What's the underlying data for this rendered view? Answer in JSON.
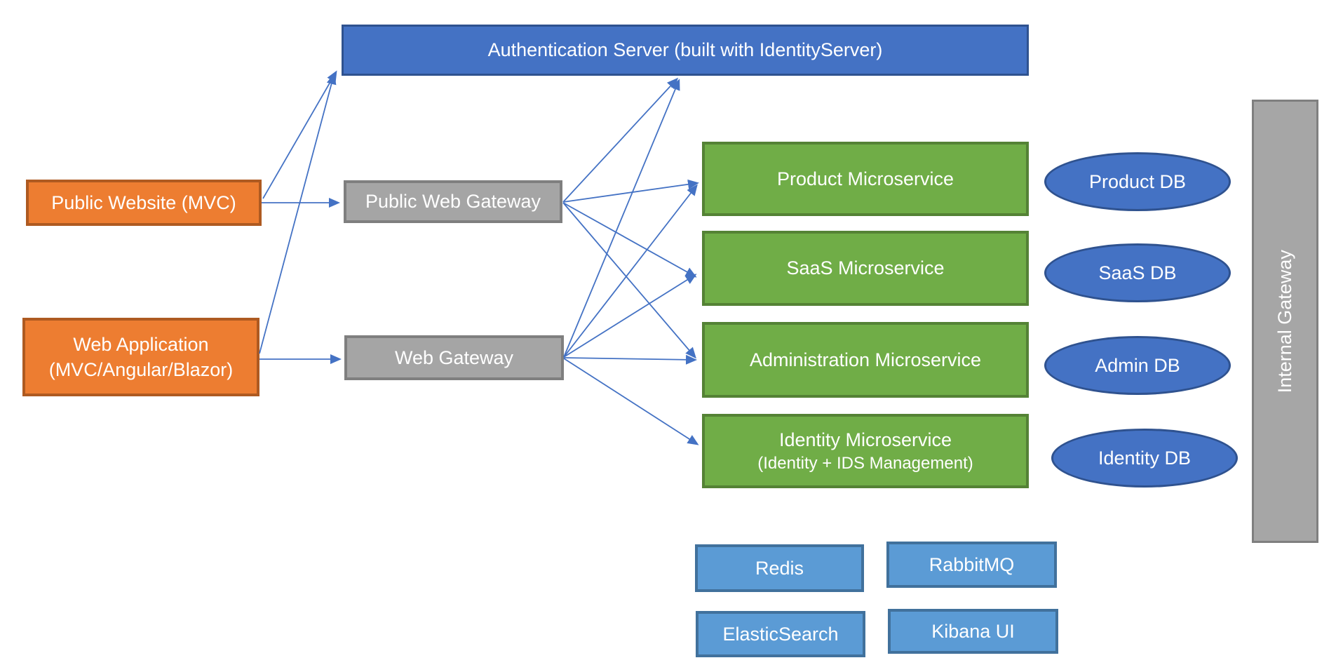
{
  "palette": {
    "orange_fill": "#ED7D31",
    "orange_border": "#AE5A21",
    "blue_fill": "#4472C4",
    "blue_border": "#2F528F",
    "gray_fill": "#A5A5A5",
    "gray_border": "#7F7F7F",
    "green_fill": "#70AD47",
    "green_border": "#548235",
    "lightblue_fill": "#5B9BD5",
    "lightblue_border": "#41719C",
    "connector": "#4472C4",
    "text": "#FFFFFF"
  },
  "nodes": {
    "authServer": {
      "label": "Authentication Server (built with IdentityServer)"
    },
    "publicWebsite": {
      "label": "Public Website (MVC)"
    },
    "webApplication": {
      "label": "Web Application",
      "sublabel": "(MVC/Angular/Blazor)"
    },
    "publicWebGateway": {
      "label": "Public Web Gateway"
    },
    "webGateway": {
      "label": "Web Gateway"
    },
    "microservices": [
      {
        "label": "Product Microservice"
      },
      {
        "label": "SaaS Microservice"
      },
      {
        "label": "Administration Microservice"
      },
      {
        "label": "Identity Microservice",
        "sublabel": "(Identity + IDS Management)"
      }
    ],
    "databases": [
      {
        "label": "Product DB"
      },
      {
        "label": "SaaS DB"
      },
      {
        "label": "Admin DB"
      },
      {
        "label": "Identity DB"
      }
    ],
    "internalGateway": {
      "label": "Internal Gateway"
    },
    "infrastructure": [
      {
        "label": "Redis"
      },
      {
        "label": "RabbitMQ"
      },
      {
        "label": "ElasticSearch"
      },
      {
        "label": "Kibana UI"
      }
    ]
  },
  "edges": [
    {
      "from": "Public Website (MVC)",
      "to": "Public Web Gateway"
    },
    {
      "from": "Public Website (MVC)",
      "to": "Authentication Server (built with IdentityServer)"
    },
    {
      "from": "Web Application (MVC/Angular/Blazor)",
      "to": "Web Gateway"
    },
    {
      "from": "Web Application (MVC/Angular/Blazor)",
      "to": "Authentication Server (built with IdentityServer)"
    },
    {
      "from": "Public Web Gateway",
      "to": "Authentication Server (built with IdentityServer)"
    },
    {
      "from": "Public Web Gateway",
      "to": "Product Microservice"
    },
    {
      "from": "Public Web Gateway",
      "to": "SaaS Microservice"
    },
    {
      "from": "Public Web Gateway",
      "to": "Administration Microservice"
    },
    {
      "from": "Web Gateway",
      "to": "Authentication Server (built with IdentityServer)"
    },
    {
      "from": "Web Gateway",
      "to": "Product Microservice"
    },
    {
      "from": "Web Gateway",
      "to": "SaaS Microservice"
    },
    {
      "from": "Web Gateway",
      "to": "Administration Microservice"
    },
    {
      "from": "Web Gateway",
      "to": "Identity Microservice"
    }
  ]
}
